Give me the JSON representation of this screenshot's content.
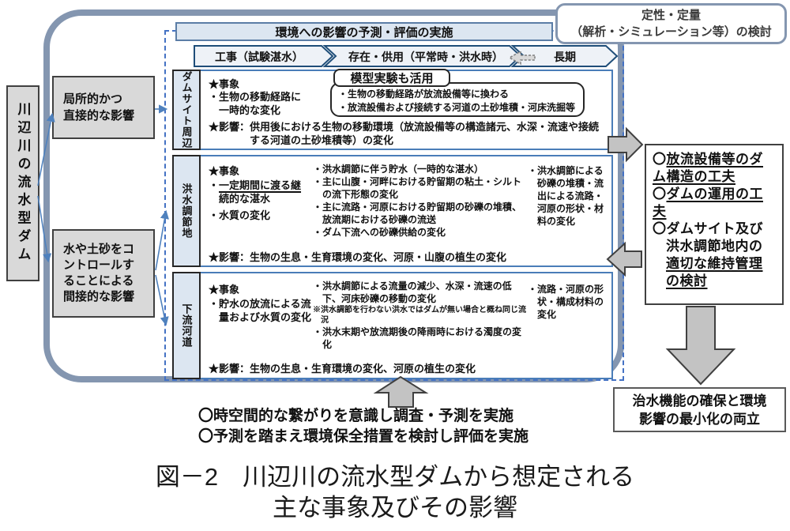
{
  "colors": {
    "frame": "#8496b0",
    "dashed": "#4472c4",
    "light_blue_fill": "#dce6f1",
    "row_border": "#4a7db8",
    "gray_fill": "#d9d9d9",
    "block_arrow_fill": "#c3c3c3",
    "block_arrow_stroke": "#404040",
    "connector_blue": "#4f81bd"
  },
  "note_box": {
    "line1": "定性・定量",
    "line2": "（解析・シミュレーション等）の検討"
  },
  "header": {
    "title": "環境への影響の予測・評価の実施"
  },
  "timeline": {
    "phase1": "工事（試験湛水）",
    "phase2": "存在・供用（平常時・洪水時）",
    "phase3": "長期"
  },
  "left": {
    "source": "川辺川の流水型ダム",
    "direct_lines": [
      "局所的かつ",
      "直接的な影響"
    ],
    "indirect_lines": [
      "水や土砂をコ",
      "ントロールす",
      "ることによる",
      "間接的な影響"
    ]
  },
  "rows": {
    "damsite": {
      "label": "ダムサイト周辺",
      "event_title": "★事象",
      "event": "・生物の移動経路に一時的な変化",
      "callout_title": "模型実験も活用",
      "callout_items": [
        "・生物の移動経路が放流設備等に換わる",
        "・放流設備および接続する河道の土砂堆積・河床洗掘等"
      ],
      "impact": "★影響：供用後における生物の移動環境（放流設備等の構造諸元、水深・流速や接続する河道の土砂堆積等）の変化"
    },
    "floodzone": {
      "label": "洪水調節地",
      "event_title": "★事象",
      "event1_mark": "・",
      "event1_ul": "一定期間に渡る継",
      "event1_rest": "続的な湛水",
      "event2": "・水質の変化",
      "mid_items": [
        "・洪水調節に伴う貯水（一時的な湛水）",
        "・主に山腹・河畔における貯留期の粘土・シルトの流下形態の変化",
        "・主に流路・河原における貯留期の砂礫の堆積、放流期における砂礫の流送",
        "・ダム下流への砂礫供給の変化"
      ],
      "right_item": "・洪水調節による砂礫の堆積・流出による流路・河原の形状・材料の変化",
      "impact": "★影響：生物の生息・生育環境の変化、河原・山腹の植生の変化"
    },
    "downstream": {
      "label": "下流河道",
      "event_title": "★事象",
      "event": "・貯水の放流による流量および水質の変化",
      "mid_item1": "・洪水調節による流量の減少、水深・流速の低下、河床砂礫の移動の変化",
      "mid_note": "※洪水調節を行わない洪水ではダムが無い場合と概ね同じ流況",
      "mid_item2": "・洪水末期や放流期後の降雨時における濁度の変化",
      "right_item": "・流路・河原の形状・構成材料の変化",
      "impact": "★影響：生物の生息・生育環境の変化、河原の植生の変化"
    }
  },
  "measures": {
    "item1_mark": "〇",
    "item1_text": "放流設備等のダム構造の工夫",
    "item2_mark": "〇",
    "item2_text": "ダムの運用の工夫",
    "item3_mark": "〇",
    "item3_pre": "ダムサイト及び洪水調節地内の",
    "item3_ul": "適切な維持管理の検討"
  },
  "goal": {
    "text": "治水機能の確保と環境影響の最小化の両立"
  },
  "bottom_notes": {
    "line1": "〇時空間的な繋がりを意識し調査・予測を実施",
    "line2": "〇予測を踏まえ環境保全措置を検討し評価を実施"
  },
  "caption": {
    "line1": "図－2　川辺川の流水型ダムから想定される",
    "line2": "主な事象及びその影響"
  }
}
